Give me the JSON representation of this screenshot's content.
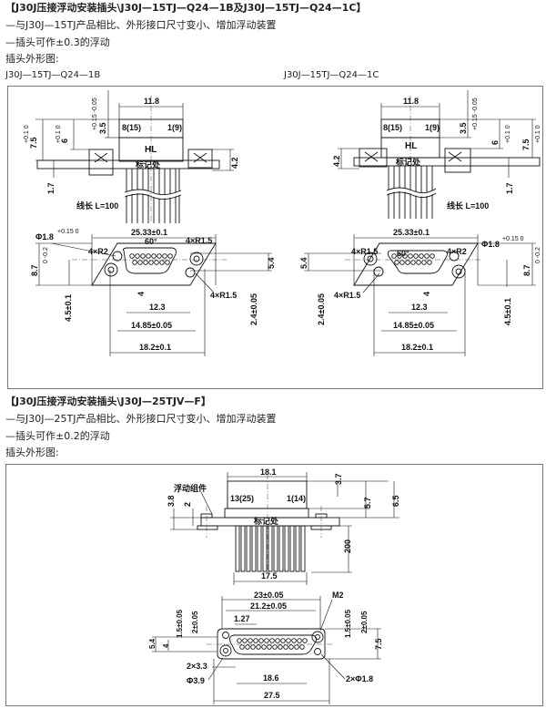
{
  "section1": {
    "title": "【J30J压接浮动安装插头\\J30J—15TJ—Q24—1B及J30J—15TJ—Q24—1C】",
    "note1": "—与J30J—15TJ产品相比、外形接口尺寸变小、增加浮动装置",
    "note2": "—插头可作±0.3的浮动",
    "figure_label": "插头外形图:",
    "model_left": "J30J—15TJ—Q24—1B",
    "model_right": "J30J—15TJ—Q24—1C",
    "side_view": {
      "width_top": "11.8",
      "pin_left": "8(15)",
      "pin_right": "1(9)",
      "marking": "HL",
      "mark_location": "标记处",
      "h_35": "3.5",
      "h_35_tol": "+0.15 -0.05",
      "h_75": "7.5",
      "h_75_tol": "+0.1 0",
      "h_6": "6",
      "h_6_tol": "+0.1 0",
      "h_42": "4.2",
      "h_17": "1.7",
      "wire_length": "线长 L=100"
    },
    "front_view": {
      "overall": "25.33±0.1",
      "hole": "Φ1.8",
      "hole_tol": "+0.15 0",
      "r2": "4×R2",
      "r15a": "4×R1.5",
      "r15b": "4×R1.5",
      "angle": "60°",
      "h_87": "8.7",
      "h_87_tol": "0 -0.2",
      "h_54": "5.4",
      "h_4": "4",
      "w_123": "12.3",
      "w_1485": "14.85±0.05",
      "w_182": "18.2±0.1",
      "h_45": "4.5±0.1",
      "h_24": "2.4±0.05"
    }
  },
  "section2": {
    "title": "【J30J压接浮动安装插头\\J30J—25TJV—F】",
    "note1": "—与J30J—25TJ产品相比、外形接口尺寸变小、增加浮动装置",
    "note2": "—插头可作±0.2的浮动",
    "figure_label": "插头外形图:",
    "side_view": {
      "width_top": "18.1",
      "float_assembly": "浮动组件",
      "pin_left": "13(25)",
      "pin_right": "1(14)",
      "mark_location": "标记处",
      "h_37": "3.7",
      "h_57": "5.7",
      "h_65": "6.5",
      "h_38": "3.8",
      "h_2": "2",
      "h_200": "200",
      "w_175": "17.5"
    },
    "front_view": {
      "w_23": "23±0.05",
      "w_212": "21.2±0.05",
      "pitch": "1.27",
      "m2": "M2",
      "h_15a": "1.5±0.05",
      "h_2a": "2±0.05",
      "h_15b": "1.5±0.05",
      "h_2b": "2±0.05",
      "h_54": "5.4",
      "h_4": "4",
      "h_75": "7.5",
      "s_33": "2×3.3",
      "d_39": "Φ3.9",
      "w_186": "18.6",
      "d_18": "2×Φ1.8",
      "w_275": "27.5"
    }
  }
}
